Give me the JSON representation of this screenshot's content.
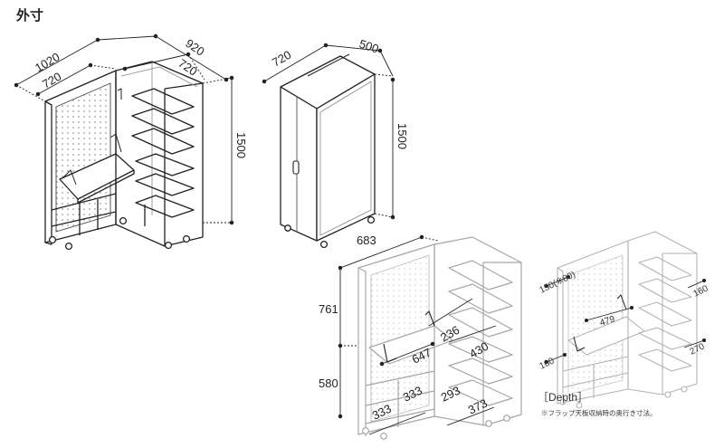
{
  "title": "外寸",
  "views": {
    "open_top": {
      "width_total": "1020",
      "width_left": "720",
      "depth_total": "920",
      "depth_right": "720",
      "height": "1500"
    },
    "closed": {
      "width": "720",
      "depth": "500",
      "height": "1500"
    },
    "open_inner": {
      "overall": "683",
      "upper_height": "761",
      "lower_height": "580",
      "desk_width": "647",
      "shelf_depth_a": "236",
      "shelf_height_b": "430",
      "bottom_w1": "333",
      "bottom_w2": "333",
      "bottom_w3": "293",
      "bottom_w4": "373"
    },
    "depth_view": {
      "left_top": "150(※80)",
      "desk": "479",
      "left_bottom": "160",
      "right_top": "160",
      "right_bottom": "270"
    }
  },
  "depth_label": "［Depth］",
  "note": "※フラップ天板収納時の奥行き寸法。"
}
